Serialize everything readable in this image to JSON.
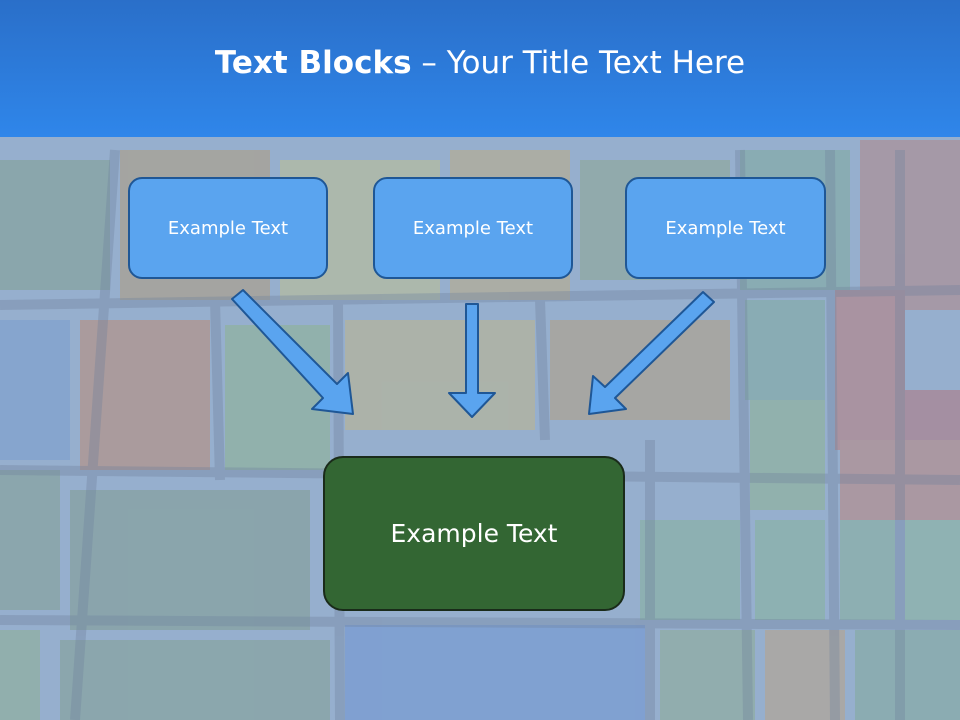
{
  "title": {
    "bold": "Text Blocks",
    "rest": " – Your Title Text Here"
  },
  "boxes": {
    "top": [
      {
        "label": "Example Text"
      },
      {
        "label": "Example Text"
      },
      {
        "label": "Example Text"
      }
    ],
    "bottom": {
      "label": "Example Text"
    }
  },
  "colors": {
    "title_bar": "#2f86ea",
    "top_box_fill": "#5aa4ef",
    "top_box_border": "#1f5796",
    "bottom_box_fill": "#336633",
    "arrow_fill": "#5aa4ef"
  }
}
